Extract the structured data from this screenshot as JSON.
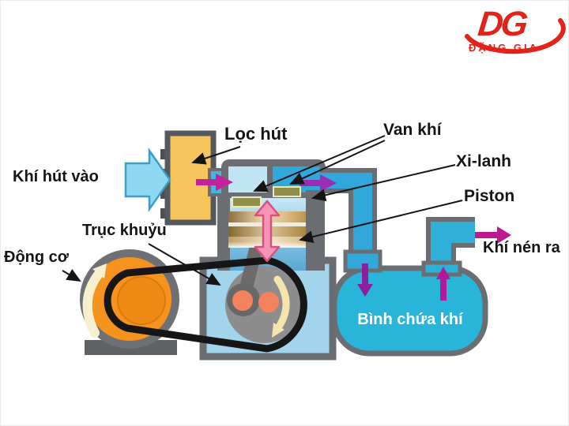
{
  "logo": {
    "monogram": "DG",
    "brand": "ĐẶNG GIA",
    "color": "#e2231a"
  },
  "labels": {
    "intake": "Khí hút vào",
    "filter": "Lọc hút",
    "valves": "Van khí",
    "cylinder": "Xi-lanh",
    "piston": "Piston",
    "crankshaft": "Trục khuỷu",
    "motor": "Động cơ",
    "outlet": "Khí nén ra",
    "tank": "Bình chứa khí"
  },
  "colors": {
    "frame_gray": "#6a6e73",
    "pipe_cyan": "#31a7da",
    "tank_cyan": "#29b4da",
    "crankcase_blue": "#a2d4ec",
    "head_intake_blue": "#bfe5f5",
    "filter_yellow": "#f6c55e",
    "motor_orange": "#f6921e",
    "belt_black": "#161616",
    "flow_magenta": "#bd22a1",
    "flow_purple": "#8d1f9e",
    "piston_arrow_pink": "#f595b5",
    "crankpin_orange": "#f4835d",
    "brand_red": "#e2231a"
  }
}
